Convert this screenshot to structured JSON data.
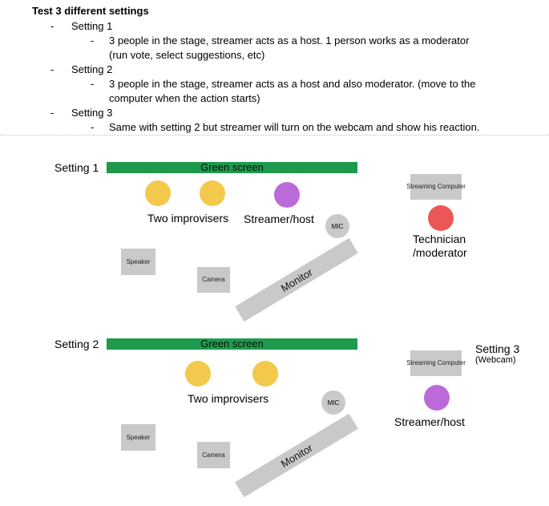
{
  "doc": {
    "title": "Test 3 different settings",
    "dash": "-",
    "items": [
      {
        "label": "Setting 1",
        "desc_line1": "3 people in the stage, streamer acts as a host. 1 person works as a moderator",
        "desc_line2": "(run vote, select suggestions, etc)"
      },
      {
        "label": "Setting 2",
        "desc_line1": "3 people in the stage, streamer acts as a host and also moderator. (move to the",
        "desc_line2": "computer when the action starts)"
      },
      {
        "label": "Setting 3",
        "desc_line1": "Same with setting 2 but streamer will turn on the webcam and show his reaction.",
        "desc_line2": ""
      }
    ]
  },
  "diagram1": {
    "label": "Setting 1",
    "green_screen": "Green screen",
    "improvisers_label": "Two improvisers",
    "streamer_label": "Streamer/host",
    "mic": "MIC",
    "streaming_computer": "Streaming Computer",
    "technician_line1": "Technician",
    "technician_line2": "/moderator",
    "speaker": "Speaker",
    "camera": "Camera",
    "monitor": "Monitor"
  },
  "diagram2": {
    "label": "Setting 2",
    "green_screen": "Green screen",
    "improvisers_label": "Two improvisers",
    "mic": "MIC",
    "streaming_computer": "Streaming Computer",
    "setting3_label": "Setting 3",
    "setting3_sub": "(Webcam)",
    "streamer_label": "Streamer/host",
    "speaker": "Speaker",
    "camera": "Camera",
    "monitor": "Monitor"
  },
  "colors": {
    "green_screen": "#1e9a4d",
    "improviser": "#f2c94c",
    "streamer": "#bb6bd9",
    "technician": "#eb5757",
    "equipment": "#c9c9c9"
  }
}
